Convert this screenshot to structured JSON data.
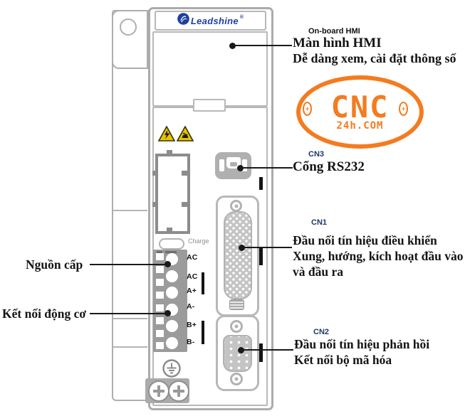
{
  "brand": {
    "name": "Leadshine",
    "registered": "®"
  },
  "watermark": {
    "title": "CNC",
    "subtitle": "24h.COM",
    "bolt": "+"
  },
  "device": {
    "charge_label": "Charge",
    "terminal_labels": [
      "AC",
      "AC",
      "A+",
      "A-",
      "B+",
      "B-"
    ]
  },
  "callouts": {
    "hmi": {
      "tag": "On-board HMI",
      "title": "Màn hình HMI",
      "desc": "Dễ dàng xem, cài đặt thông số"
    },
    "cn3": {
      "tag": "CN3",
      "line1": "Cổng RS232"
    },
    "cn1": {
      "tag": "CN1",
      "line1": "Đầu nối tín hiệu điều khiển",
      "line2": "Xung, hướng, kích hoạt đầu vào",
      "line3": "và đầu ra"
    },
    "cn2": {
      "tag": "CN2",
      "line1": "Đầu nối tín hiệu phản hồi",
      "line2": "Kết nối bộ mã hóa"
    },
    "power": {
      "label": "Nguồn cấp"
    },
    "motor": {
      "label": "Kết nối động cơ"
    }
  },
  "colors": {
    "accent_orange": "#f47b20",
    "tag_navy": "#1f3864",
    "brand_blue": "#1d3f9e"
  }
}
